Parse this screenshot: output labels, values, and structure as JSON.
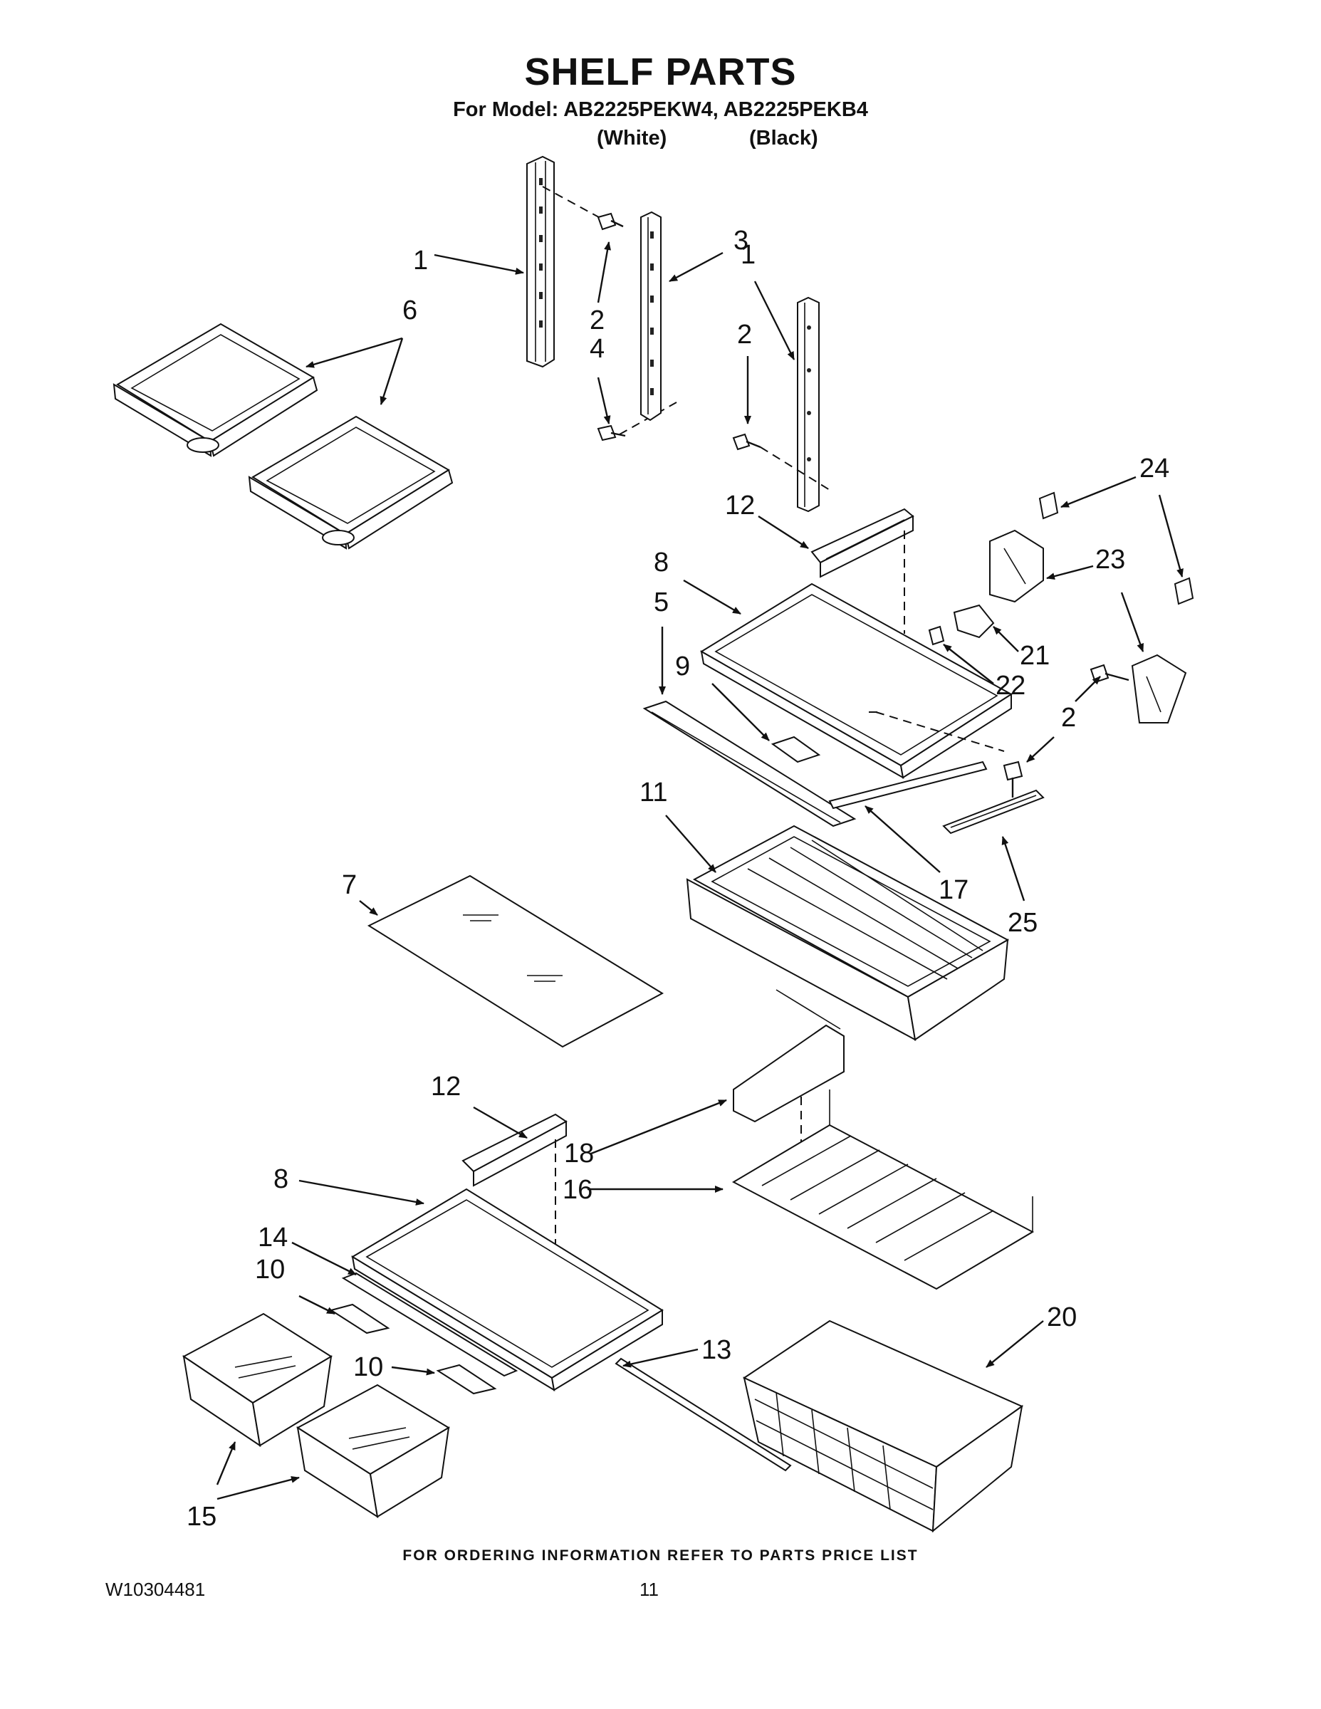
{
  "header": {
    "title": "SHELF PARTS",
    "model_line": "For Model: AB2225PEKW4, AB2225PEKB4",
    "variant_white": "(White)",
    "variant_black": "(Black)"
  },
  "callouts": [
    {
      "id": "c1a",
      "label": "1"
    },
    {
      "id": "c1b",
      "label": "1"
    },
    {
      "id": "c2a",
      "label": "2"
    },
    {
      "id": "c2b",
      "label": "2"
    },
    {
      "id": "c2c",
      "label": "2"
    },
    {
      "id": "c3",
      "label": "3"
    },
    {
      "id": "c4",
      "label": "4"
    },
    {
      "id": "c5",
      "label": "5"
    },
    {
      "id": "c6",
      "label": "6"
    },
    {
      "id": "c7",
      "label": "7"
    },
    {
      "id": "c8a",
      "label": "8"
    },
    {
      "id": "c8b",
      "label": "8"
    },
    {
      "id": "c9",
      "label": "9"
    },
    {
      "id": "c10a",
      "label": "10"
    },
    {
      "id": "c10b",
      "label": "10"
    },
    {
      "id": "c11",
      "label": "11"
    },
    {
      "id": "c12a",
      "label": "12"
    },
    {
      "id": "c12b",
      "label": "12"
    },
    {
      "id": "c13",
      "label": "13"
    },
    {
      "id": "c14",
      "label": "14"
    },
    {
      "id": "c15",
      "label": "15"
    },
    {
      "id": "c16",
      "label": "16"
    },
    {
      "id": "c17",
      "label": "17"
    },
    {
      "id": "c18",
      "label": "18"
    },
    {
      "id": "c20",
      "label": "20"
    },
    {
      "id": "c21",
      "label": "21"
    },
    {
      "id": "c22",
      "label": "22"
    },
    {
      "id": "c23",
      "label": "23"
    },
    {
      "id": "c24",
      "label": "24"
    },
    {
      "id": "c25",
      "label": "25"
    }
  ],
  "footer": {
    "ordering_note": "FOR ORDERING INFORMATION REFER TO PARTS PRICE LIST",
    "document_number": "W10304481",
    "page_number": "11"
  }
}
